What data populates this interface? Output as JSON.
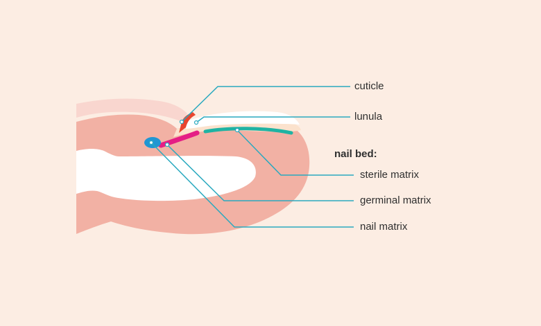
{
  "labels": {
    "cuticle": "cuticle",
    "lunula": "lunula",
    "nail_bed_heading": "nail bed:",
    "sterile_matrix": "sterile matrix",
    "germinal_matrix": "germinal matrix",
    "nail_matrix": "nail matrix"
  },
  "colors": {
    "background": "#fcede3",
    "flesh": "#f2b1a4",
    "flesh_light": "#f9d6cf",
    "bone": "#ffffff",
    "nail_plate": "#fbe2cd",
    "leader_line": "#29a9bf",
    "sterile_matrix": "#1fb3a3",
    "germinal_matrix": "#e51e85",
    "nail_matrix": "#2196d3",
    "cuticle": "#e8452f"
  }
}
